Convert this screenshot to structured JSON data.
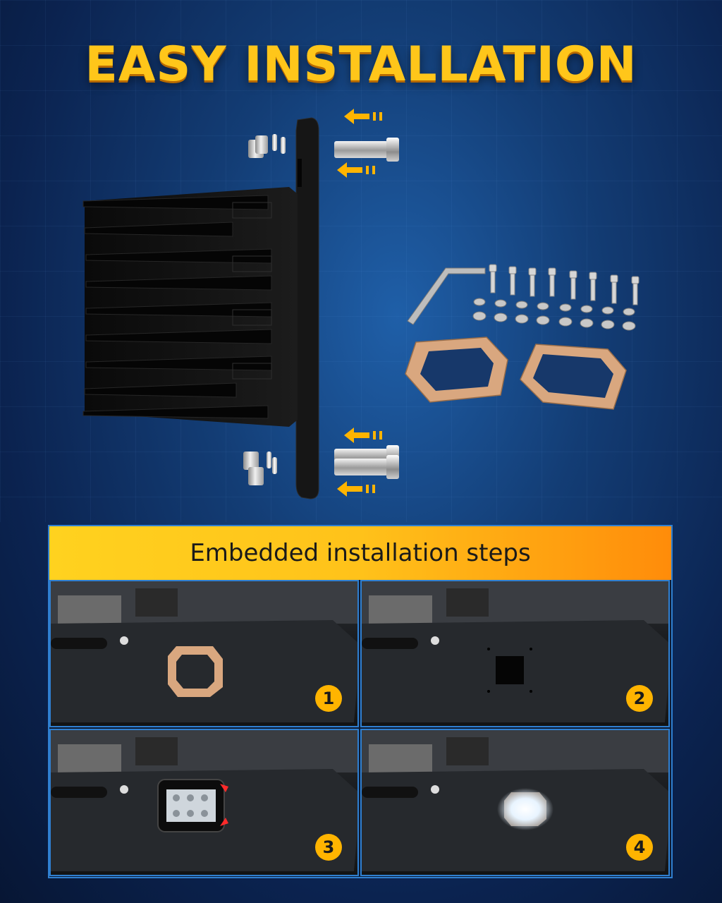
{
  "title": "EASY INSTALLATION",
  "steps_header": "Embedded installation steps",
  "steps": [
    {
      "number": "1"
    },
    {
      "number": "2"
    },
    {
      "number": "3"
    },
    {
      "number": "4"
    }
  ],
  "colors": {
    "title": "#ffc61a",
    "accent_orange": "#ffb400",
    "frame_blue": "#2f7fd0",
    "gasket": "#d9a77f"
  }
}
